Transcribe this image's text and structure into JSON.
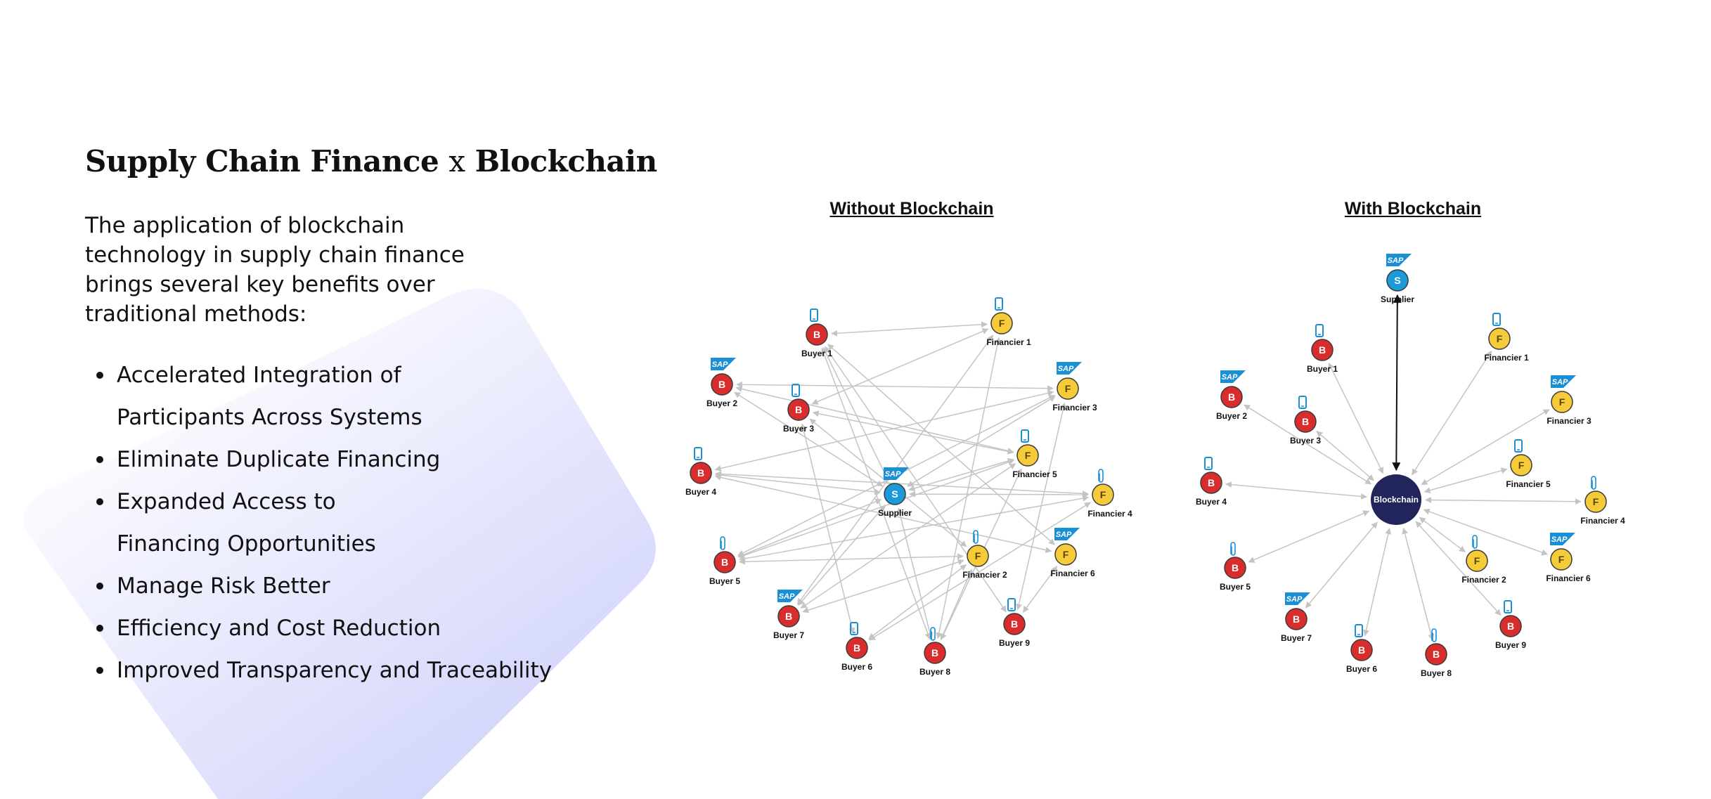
{
  "header": {
    "title_part1": "Supply Chain Finance",
    "title_x": "x",
    "title_part2": "Blockchain"
  },
  "intro": "The application of blockchain technology in supply chain finance brings several key benefits over traditional methods:",
  "benefits": [
    "Accelerated Integration of Participants Across Systems",
    "Eliminate Duplicate Financing",
    "Expanded Access to Financing Opportunities",
    "Manage Risk Better",
    "Efficiency and Cost Reduction",
    "Improved Transparency and Traceability"
  ],
  "diagrams": {
    "without": {
      "title": "Without Blockchain"
    },
    "with": {
      "title": "With Blockchain",
      "hub_label": "Blockchain"
    }
  },
  "node_letters": {
    "buyer": "B",
    "financier": "F",
    "supplier": "S"
  },
  "sap_text": "SAP",
  "colors": {
    "buyer": "#d92d2d",
    "financier": "#f5cb3a",
    "supplier": "#1a9ad6",
    "hub": "#22245c",
    "sap": "#1a8fd6",
    "arrow": "#c4c4c4",
    "backdrop_start": "#ffffff",
    "backdrop_end": "#d4d6fb"
  },
  "icons": {
    "phone": "phone-icon",
    "clip": "paperclip-icon",
    "sap": "sap-logo-icon"
  },
  "nodes_without": [
    {
      "id": "buyer1",
      "label": "Buyer 1",
      "type": "buyer",
      "icon": "phone"
    },
    {
      "id": "buyer2",
      "label": "Buyer 2",
      "type": "buyer",
      "icon": "sap"
    },
    {
      "id": "buyer3",
      "label": "Buyer 3",
      "type": "buyer",
      "icon": "phone"
    },
    {
      "id": "buyer4",
      "label": "Buyer 4",
      "type": "buyer",
      "icon": "phone"
    },
    {
      "id": "buyer5",
      "label": "Buyer 5",
      "type": "buyer",
      "icon": "clip"
    },
    {
      "id": "buyer7",
      "label": "Buyer 7",
      "type": "buyer",
      "icon": "sap"
    },
    {
      "id": "buyer6",
      "label": "Buyer 6",
      "type": "buyer",
      "icon": "phone"
    },
    {
      "id": "buyer8",
      "label": "Buyer 8",
      "type": "buyer",
      "icon": "clip"
    },
    {
      "id": "buyer9",
      "label": "Buyer 9",
      "type": "buyer",
      "icon": "phone"
    },
    {
      "id": "financier1",
      "label": "Financier 1",
      "type": "financier",
      "icon": "phone"
    },
    {
      "id": "financier3",
      "label": "Financier 3",
      "type": "financier",
      "icon": "sap"
    },
    {
      "id": "financier5",
      "label": "Financier 5",
      "type": "financier",
      "icon": "phone"
    },
    {
      "id": "financier4",
      "label": "Financier 4",
      "type": "financier",
      "icon": "clip"
    },
    {
      "id": "financier6",
      "label": "Financier 6",
      "type": "financier",
      "icon": "sap"
    },
    {
      "id": "financier2",
      "label": "Financier 2",
      "type": "financier",
      "icon": "clip"
    },
    {
      "id": "supplier",
      "label": "Supplier",
      "type": "supplier",
      "icon": "sap"
    }
  ],
  "nodes_with": [
    {
      "id": "supplier",
      "label": "Supplier",
      "type": "supplier",
      "icon": "sap"
    },
    {
      "id": "buyer1",
      "label": "Buyer 1",
      "type": "buyer",
      "icon": "phone"
    },
    {
      "id": "buyer2",
      "label": "Buyer 2",
      "type": "buyer",
      "icon": "sap"
    },
    {
      "id": "buyer3",
      "label": "Buyer 3",
      "type": "buyer",
      "icon": "phone"
    },
    {
      "id": "buyer4",
      "label": "Buyer 4",
      "type": "buyer",
      "icon": "phone"
    },
    {
      "id": "buyer5",
      "label": "Buyer 5",
      "type": "buyer",
      "icon": "clip"
    },
    {
      "id": "buyer7",
      "label": "Buyer 7",
      "type": "buyer",
      "icon": "sap"
    },
    {
      "id": "buyer6",
      "label": "Buyer 6",
      "type": "buyer",
      "icon": "phone"
    },
    {
      "id": "buyer8",
      "label": "Buyer 8",
      "type": "buyer",
      "icon": "clip"
    },
    {
      "id": "buyer9",
      "label": "Buyer 9",
      "type": "buyer",
      "icon": "phone"
    },
    {
      "id": "financier1",
      "label": "Financier 1",
      "type": "financier",
      "icon": "phone"
    },
    {
      "id": "financier3",
      "label": "Financier 3",
      "type": "financier",
      "icon": "sap"
    },
    {
      "id": "financier5",
      "label": "Financier 5",
      "type": "financier",
      "icon": "phone"
    },
    {
      "id": "financier4",
      "label": "Financier 4",
      "type": "financier",
      "icon": "clip"
    },
    {
      "id": "financier6",
      "label": "Financier 6",
      "type": "financier",
      "icon": "sap"
    },
    {
      "id": "financier2",
      "label": "Financier 2",
      "type": "financier",
      "icon": "clip"
    }
  ],
  "edges_without": [
    [
      "buyer1",
      "financier1"
    ],
    [
      "buyer2",
      "financier3"
    ],
    [
      "buyer3",
      "financier5"
    ],
    [
      "buyer3",
      "financier2"
    ],
    [
      "buyer4",
      "financier3"
    ],
    [
      "buyer4",
      "supplier"
    ],
    [
      "buyer4",
      "financier4"
    ],
    [
      "buyer5",
      "financier3"
    ],
    [
      "buyer5",
      "financier4"
    ],
    [
      "buyer5",
      "financier5"
    ],
    [
      "buyer7",
      "financier5"
    ],
    [
      "buyer7",
      "financier1"
    ],
    [
      "buyer6",
      "financier2"
    ],
    [
      "buyer6",
      "buyer3"
    ],
    [
      "buyer8",
      "financier1"
    ],
    [
      "buyer8",
      "buyer1"
    ],
    [
      "buyer9",
      "financier6"
    ],
    [
      "buyer9",
      "financier3"
    ],
    [
      "buyer9",
      "buyer1"
    ],
    [
      "buyer1",
      "financier6"
    ],
    [
      "supplier",
      "financier5"
    ],
    [
      "supplier",
      "financier4"
    ],
    [
      "supplier",
      "financier3"
    ],
    [
      "supplier",
      "buyer2"
    ],
    [
      "supplier",
      "buyer5"
    ],
    [
      "supplier",
      "buyer7"
    ],
    [
      "supplier",
      "buyer8"
    ],
    [
      "supplier",
      "buyer1"
    ],
    [
      "financier2",
      "buyer5"
    ],
    [
      "financier2",
      "buyer7"
    ],
    [
      "financier2",
      "buyer8"
    ],
    [
      "financier6",
      "buyer4"
    ],
    [
      "buyer3",
      "financier1"
    ],
    [
      "buyer8",
      "financier5"
    ],
    [
      "buyer6",
      "financier4"
    ],
    [
      "buyer2",
      "financier5"
    ]
  ],
  "edges_with": [
    [
      "supplier",
      "hub"
    ],
    [
      "buyer1",
      "hub"
    ],
    [
      "buyer2",
      "hub"
    ],
    [
      "buyer3",
      "hub"
    ],
    [
      "buyer4",
      "hub"
    ],
    [
      "buyer5",
      "hub"
    ],
    [
      "buyer7",
      "hub"
    ],
    [
      "buyer6",
      "hub"
    ],
    [
      "buyer8",
      "hub"
    ],
    [
      "buyer9",
      "hub"
    ],
    [
      "financier1",
      "hub"
    ],
    [
      "financier3",
      "hub"
    ],
    [
      "financier5",
      "hub"
    ],
    [
      "financier4",
      "hub"
    ],
    [
      "financier6",
      "hub"
    ],
    [
      "financier2",
      "hub"
    ]
  ]
}
